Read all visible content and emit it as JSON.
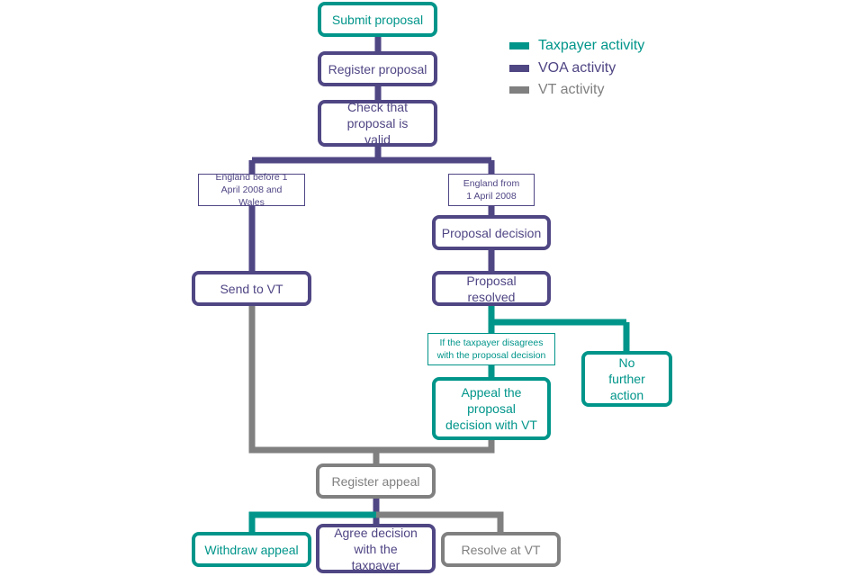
{
  "colors": {
    "taxpayer": "#00958a",
    "voa": "#4f4684",
    "vt": "#808080"
  },
  "legend": {
    "taxpayer": "Taxpayer activity",
    "voa": "VOA activity",
    "vt": "VT activity"
  },
  "nodes": {
    "submit_proposal": "Submit proposal",
    "register_proposal": "Register proposal",
    "check_valid": "Check that proposal is valid",
    "cond_england_before": "England before 1 April 2008 and Wales",
    "cond_england_from": "England from 1 April 2008",
    "proposal_decision": "Proposal decision",
    "send_to_vt": "Send to VT",
    "proposal_resolved": "Proposal resolved",
    "cond_disagrees": "If the taxpayer disagrees with the proposal decision",
    "no_further_action": "No further action",
    "appeal_decision": "Appeal the proposal decision with VT",
    "register_appeal": "Register appeal",
    "withdraw_appeal": "Withdraw appeal",
    "agree_decision": "Agree decision with the taxpayer",
    "resolve_at_vt": "Resolve at VT"
  }
}
